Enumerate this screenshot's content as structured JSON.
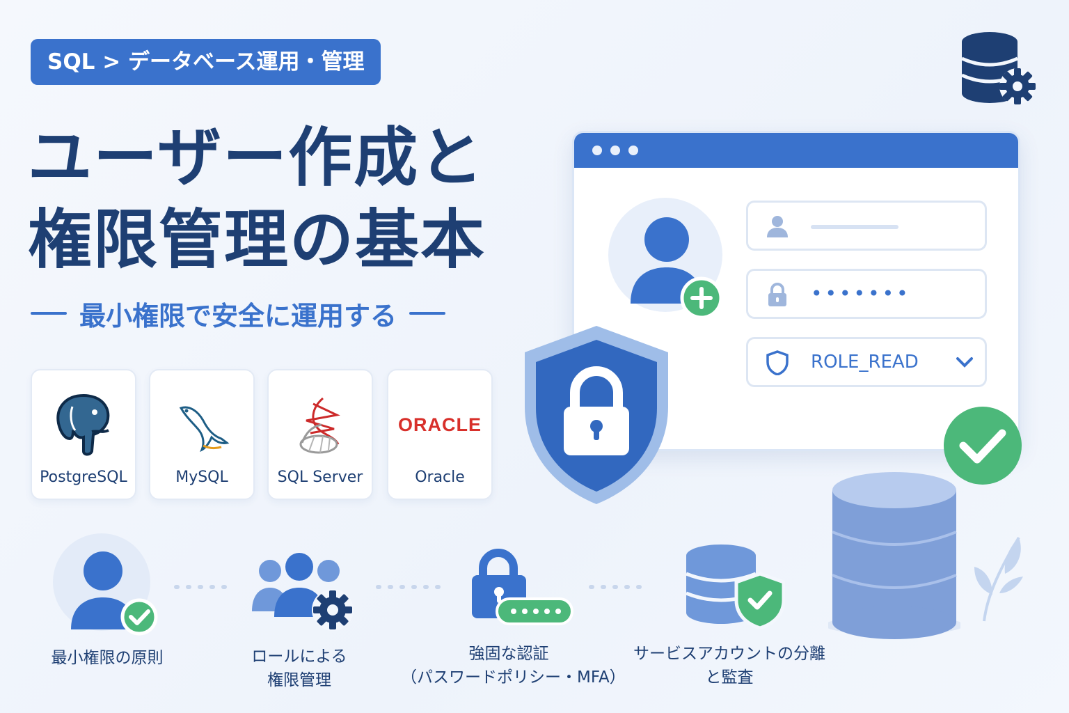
{
  "breadcrumb": "SQL > データベース運用・管理",
  "title": {
    "line1": "ユーザー作成と",
    "line2": "権限管理の基本"
  },
  "subtitle": "最小権限で安全に運用する",
  "databases": [
    {
      "label": "PostgreSQL",
      "icon": "postgresql-logo"
    },
    {
      "label": "MySQL",
      "icon": "mysql-logo"
    },
    {
      "label": "SQL Server",
      "icon": "sql-server-logo"
    },
    {
      "label": "Oracle",
      "icon": "oracle-logo",
      "logo_text": "ORACLE"
    }
  ],
  "form": {
    "password_mask": "•••••••",
    "role_value": "ROLE_READ"
  },
  "steps": [
    {
      "line1": "最小権限の原則",
      "line2": "",
      "icon": "user-check-icon"
    },
    {
      "line1": "ロールによる",
      "line2": "権限管理",
      "icon": "users-gear-icon"
    },
    {
      "line1": "強固な認証",
      "line2": "（パスワードポリシー・MFA）",
      "icon": "lock-password-icon"
    },
    {
      "line1": "サービスアカウントの分離",
      "line2": "と監査",
      "icon": "database-shield-icon"
    }
  ],
  "colors": {
    "primary": "#3a72cc",
    "navy": "#1e3f73",
    "success": "#4cb87a",
    "oracle_red": "#d8302b"
  }
}
